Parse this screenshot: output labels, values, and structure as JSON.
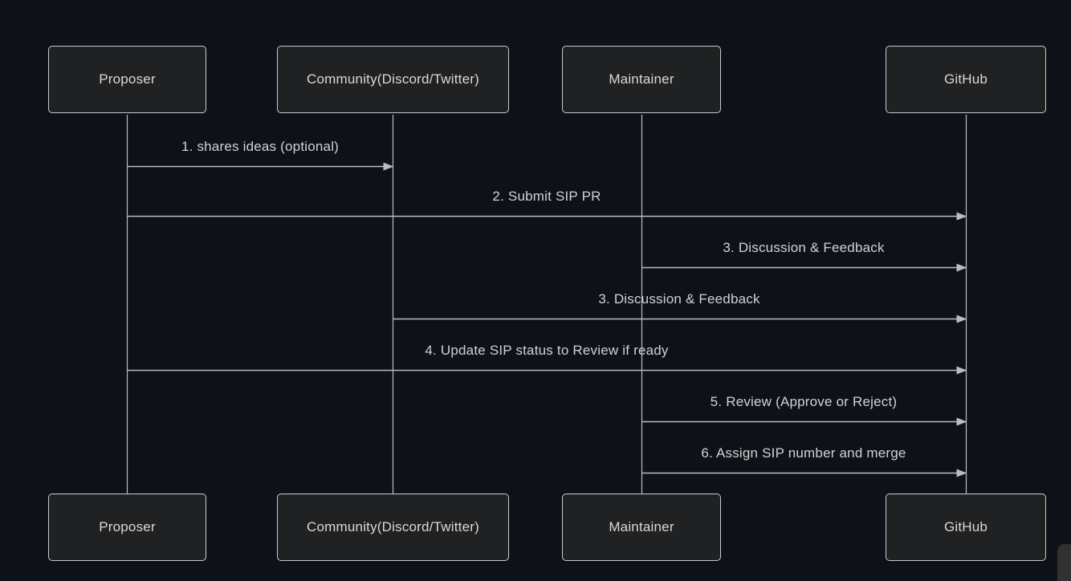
{
  "diagram": {
    "type": "sequence-diagram",
    "actors": [
      {
        "id": "proposer",
        "name": "Proposer"
      },
      {
        "id": "community",
        "name": "Community(Discord/Twitter)"
      },
      {
        "id": "maintainer",
        "name": "Maintainer"
      },
      {
        "id": "github",
        "name": "GitHub"
      }
    ],
    "messages": [
      {
        "label": "1. shares ideas (optional)",
        "from": "Proposer",
        "to": "Community(Discord/Twitter)"
      },
      {
        "label": "2. Submit SIP PR",
        "from": "Proposer",
        "to": "GitHub"
      },
      {
        "label": "3. Discussion & Feedback",
        "from": "Maintainer",
        "to": "GitHub"
      },
      {
        "label": "3. Discussion & Feedback",
        "from": "Community(Discord/Twitter)",
        "to": "GitHub"
      },
      {
        "label": "4. Update SIP status to Review if ready",
        "from": "Proposer",
        "to": "GitHub"
      },
      {
        "label": "5. Review (Approve or Reject)",
        "from": "Maintainer",
        "to": "GitHub"
      },
      {
        "label": "6. Assign SIP number and merge",
        "from": "Maintainer",
        "to": "GitHub"
      }
    ],
    "colors": {
      "background": "#0e1117",
      "actor_fill": "#202122",
      "actor_border": "#c9cacb",
      "actor_text": "#d9d9d9",
      "message_text": "#d2d2d2",
      "line": "#bdbdbd"
    }
  }
}
